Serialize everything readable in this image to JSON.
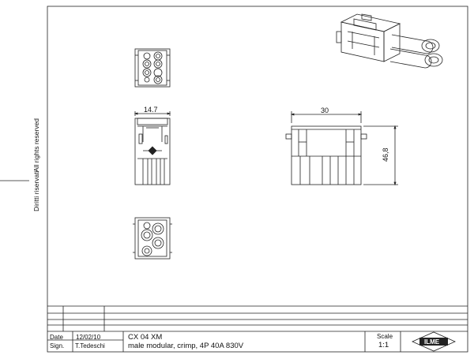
{
  "margin_note": {
    "left": "Diritti riservati",
    "right": "All rights reserved"
  },
  "dimensions": {
    "width_front": "14.7",
    "width_side": "30",
    "height_side": "46,8"
  },
  "title_block": {
    "date_label": "Date",
    "date_value": "12/02/10",
    "sign_label": "Sign.",
    "sign_value": "T.Tedeschi",
    "part_code": "CX 04 XM",
    "description": "male modular, crimp, 4P 40A 830V",
    "scale_label": "Scale",
    "scale_value": "1:1",
    "logo_text": "ILME"
  }
}
